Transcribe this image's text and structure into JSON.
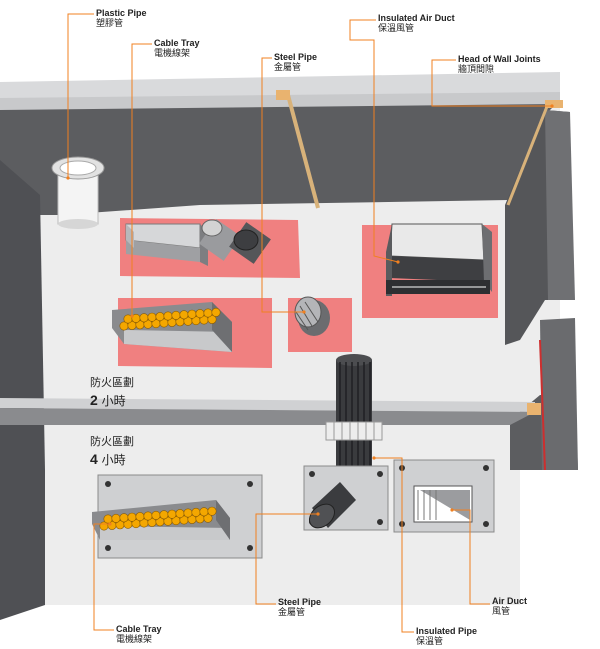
{
  "labels": {
    "plastic_pipe": {
      "en": "Plastic Pipe",
      "zh": "塑膠管"
    },
    "cable_tray_top": {
      "en": "Cable Tray",
      "zh": "電機線架"
    },
    "steel_pipe_top": {
      "en": "Steel Pipe",
      "zh": "金屬管"
    },
    "insulated_air_duct": {
      "en": "Insulated Air Duct",
      "zh": "保溫風管"
    },
    "head_of_wall": {
      "en": "Head of Wall Joints",
      "zh": "牆頂間隙"
    },
    "steel_pipe_bottom": {
      "en": "Steel Pipe",
      "zh": "金屬管"
    },
    "air_duct": {
      "en": "Air Duct",
      "zh": "風管"
    },
    "insulated_pipe": {
      "en": "Insulated Pipe",
      "zh": "保溫管"
    },
    "cable_tray_bottom": {
      "en": "Cable Tray",
      "zh": "電機線架"
    }
  },
  "zones": {
    "upper": {
      "title": "防火區劃",
      "hours": "2",
      "unit": "小時"
    },
    "lower": {
      "title": "防火區劃",
      "hours": "4",
      "unit": "小時"
    }
  },
  "colors": {
    "wall": "#5f6063",
    "wall_light": "#8b8c8f",
    "floor": "#ececec",
    "firestop_pad": "#f08080",
    "leader": "#f08020",
    "cable": "#f4a700",
    "seal": "#e6b27a"
  }
}
